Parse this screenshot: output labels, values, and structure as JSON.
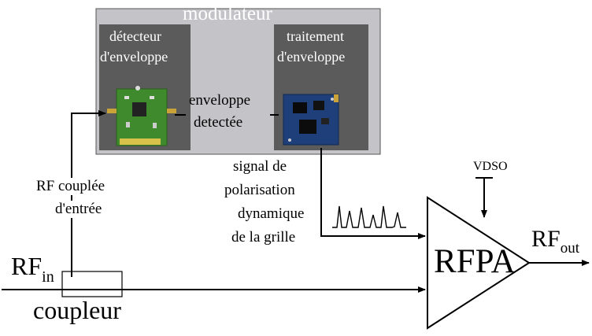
{
  "modulator": {
    "title": "modulateur",
    "detector_line1": "détecteur",
    "detector_line2": "d'enveloppe",
    "processing_line1": "traitement",
    "processing_line2": "d'enveloppe",
    "envelope_line1": "enveloppe",
    "envelope_line2": "detectée"
  },
  "signal_label": {
    "line1": "signal de",
    "line2": "polarisation",
    "line3": "dynamique",
    "line4": "de la grille"
  },
  "coupled_label": {
    "line1": "RF couplée",
    "line2": "d'entrée"
  },
  "rf_in": {
    "main": "RF",
    "sub": "in"
  },
  "coupler_label": "coupleur",
  "rfpa_label": "RFPA",
  "rf_out": {
    "main": "RF",
    "sub": "out"
  },
  "vdso_label": "VDSO",
  "colors": {
    "modulator_bg": "#c4c4c8",
    "panel_bg": "#5b5b5b",
    "pcb_green": "#3f8a2c",
    "pcb_blue": "#1f3f7a"
  }
}
